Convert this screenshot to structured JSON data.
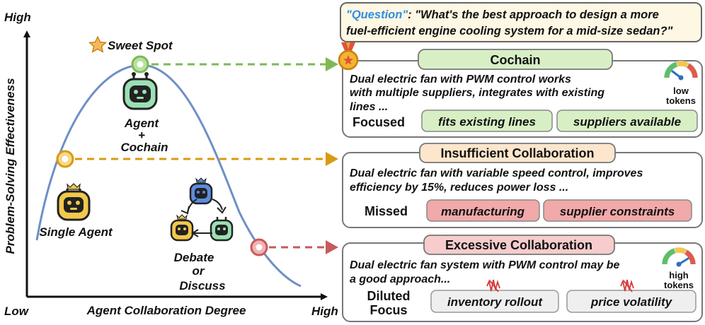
{
  "axes": {
    "y_label": "Problem-Solving Effectiveness",
    "x_label": "Agent Collaboration Degree",
    "y_high": "High",
    "origin_low": "Low",
    "x_high": "High"
  },
  "left": {
    "sweet_spot": "Sweet Spot",
    "agent_cochain": [
      "Agent",
      "+",
      "Cochain"
    ],
    "single_agent": "Single Agent",
    "debate": [
      "Debate",
      "or",
      "Discuss"
    ]
  },
  "question": {
    "tag": "\"Question\"",
    "line1": ": \"What's the best approach to design a more",
    "line2": "fuel-efficient engine cooling system for a mid-size sedan?\""
  },
  "cochain": {
    "title": "Cochain",
    "lines": [
      "Dual electric fan with PWM control works",
      "with multiple suppliers, integrates with existing",
      "lines ..."
    ],
    "status": "Focused",
    "tags": [
      "fits existing lines",
      "suppliers available"
    ],
    "gauge": [
      "low",
      "tokens"
    ]
  },
  "insufficient": {
    "title": "Insufficient Collaboration",
    "lines": [
      "Dual electric fan with variable speed control, improves",
      "efficiency by 15%, reduces power loss ..."
    ],
    "status": "Missed",
    "tags": [
      "manufacturing",
      "supplier constraints"
    ]
  },
  "excessive": {
    "title": "Excessive Collaboration",
    "lines": [
      "Dual electric fan system with PWM control may be",
      "a good approach..."
    ],
    "status": [
      "Diluted",
      "Focus"
    ],
    "tags": [
      "inventory rollout",
      "price volatility"
    ],
    "gauge": [
      "high",
      "tokens"
    ]
  },
  "colors": {
    "curve": "#6e8fc7",
    "green": "#7db955",
    "orange": "#d89b12",
    "red": "#c75b5b",
    "question_tag": "#2f8fe0",
    "focused_text": "#3f8f3a",
    "missed_text": "#c23b3b"
  }
}
